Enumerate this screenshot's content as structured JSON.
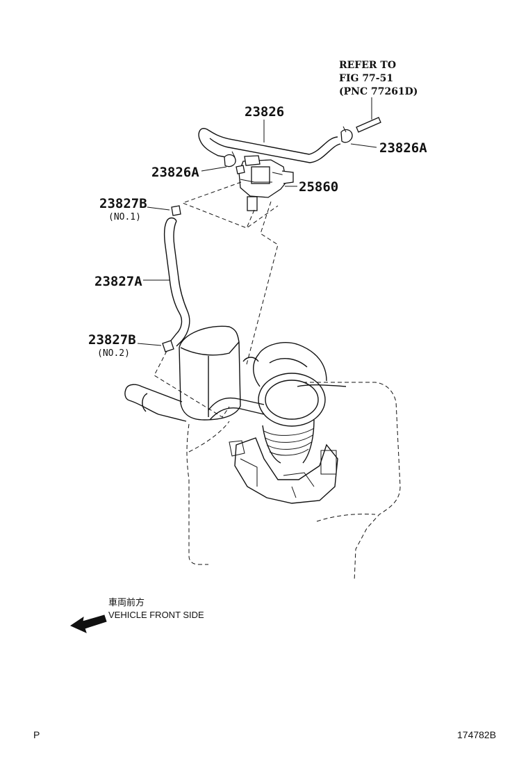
{
  "reference": {
    "line1": "REFER TO",
    "line2": "FIG 77-51",
    "line3": "(PNC 77261D)"
  },
  "parts": {
    "hose_23826": "23826",
    "clamp_23826a_right": "23826A",
    "clamp_23826a_left": "23826A",
    "valve_25860": "25860",
    "clamp_23827b_top": "23827B",
    "clamp_23827b_top_sub": "(NO.1)",
    "hose_23827a": "23827A",
    "clamp_23827b_bottom": "23827B",
    "clamp_23827b_bottom_sub": "(NO.2)"
  },
  "direction": {
    "japanese": "車両前方",
    "english": "VEHICLE FRONT SIDE"
  },
  "footer": {
    "left": "P",
    "right": "174782B"
  }
}
